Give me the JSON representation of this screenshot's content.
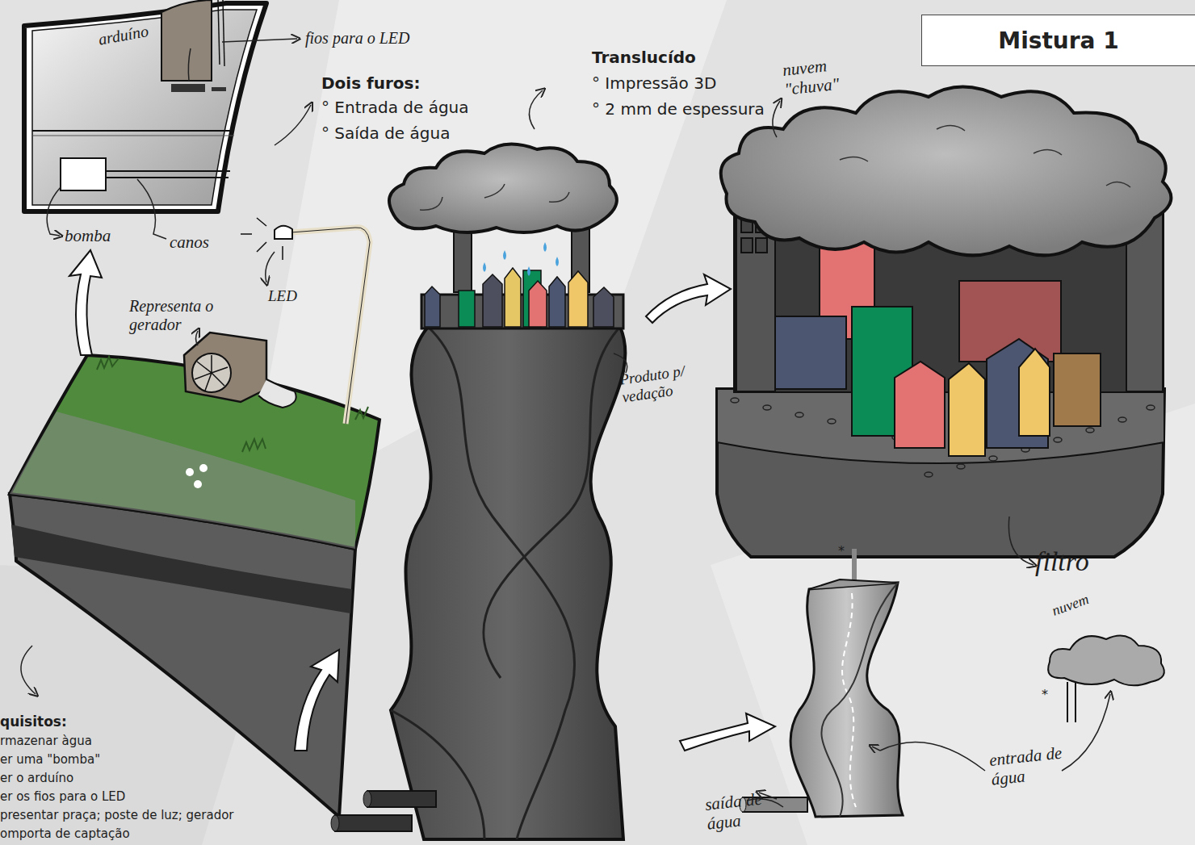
{
  "diagram": {
    "title": "Mistura 1",
    "labels": [
      "arduíno",
      "fios para o LED",
      "Dois furos:",
      "° Entrada de água",
      "° Saída de água",
      "Translucído",
      "° Impressão 3D",
      "° 2 mm de espessura",
      "nuvem \"chuva\"",
      "bomba",
      "canos",
      "LED",
      "Representa o gerador",
      "Produto p/ vedação",
      "filtro",
      "*",
      "nuvem",
      "entrada de água",
      "*",
      "saída de água",
      "quisitos:",
      "rmazenar àgua",
      "er uma \"bomba\"",
      "er o arduíno",
      "er os fios para o LED",
      "presentar praça; poste de luz; gerador",
      "omporta de captação"
    ]
  }
}
